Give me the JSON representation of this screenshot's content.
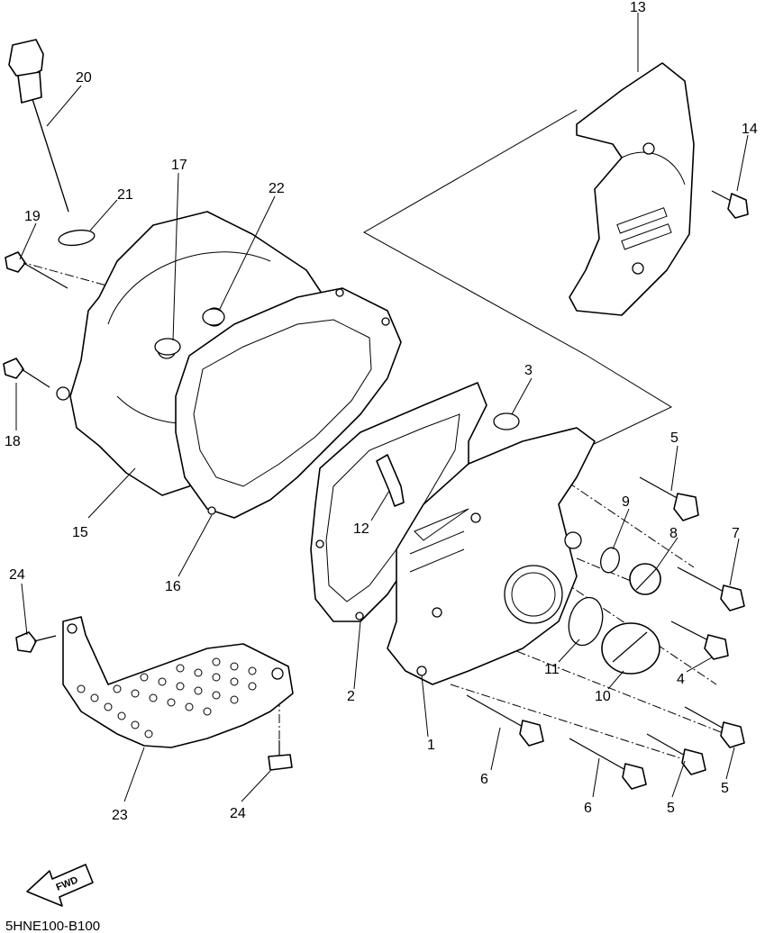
{
  "diagram_code": "5HNE100-B100",
  "fwd_label": "FWD",
  "callouts": [
    {
      "id": "c1",
      "text": "1"
    },
    {
      "id": "c2",
      "text": "2"
    },
    {
      "id": "c3",
      "text": "3"
    },
    {
      "id": "c4",
      "text": "4"
    },
    {
      "id": "c5a",
      "text": "5"
    },
    {
      "id": "c5b",
      "text": "5"
    },
    {
      "id": "c5c",
      "text": "5"
    },
    {
      "id": "c6a",
      "text": "6"
    },
    {
      "id": "c6b",
      "text": "6"
    },
    {
      "id": "c7",
      "text": "7"
    },
    {
      "id": "c8",
      "text": "8"
    },
    {
      "id": "c9",
      "text": "9"
    },
    {
      "id": "c10",
      "text": "10"
    },
    {
      "id": "c11",
      "text": "11"
    },
    {
      "id": "c12",
      "text": "12"
    },
    {
      "id": "c13",
      "text": "13"
    },
    {
      "id": "c14",
      "text": "14"
    },
    {
      "id": "c15",
      "text": "15"
    },
    {
      "id": "c16",
      "text": "16"
    },
    {
      "id": "c17",
      "text": "17"
    },
    {
      "id": "c18",
      "text": "18"
    },
    {
      "id": "c19",
      "text": "19"
    },
    {
      "id": "c20",
      "text": "20"
    },
    {
      "id": "c21",
      "text": "21"
    },
    {
      "id": "c22",
      "text": "22"
    },
    {
      "id": "c23",
      "text": "23"
    },
    {
      "id": "c24a",
      "text": "24"
    },
    {
      "id": "c24b",
      "text": "24"
    }
  ]
}
